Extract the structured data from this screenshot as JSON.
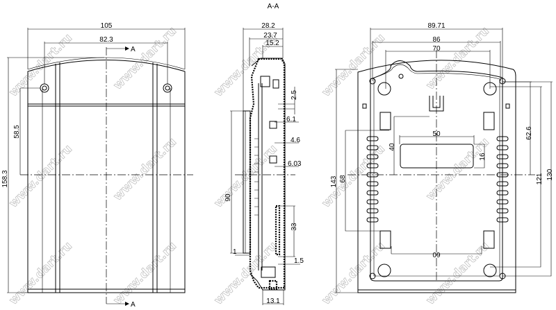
{
  "watermark": "www.dart.ru",
  "front_view": {
    "section_marker": "A",
    "dims": {
      "width": "105",
      "hole_spacing": "82.3",
      "height": "158.3",
      "hole_to_center": "58.5"
    }
  },
  "section_view": {
    "title": "A-A",
    "dims": {
      "d1": "28.2",
      "d2": "23.7",
      "d3": "15.2",
      "d4": "2.5",
      "d5": "6.1",
      "d6": "4.6",
      "d7": "6.03",
      "d8": "90",
      "d9": "33",
      "d10": "1",
      "d11": "1.5",
      "d12": "13.1"
    }
  },
  "back_view": {
    "dims": {
      "w1": "89.71",
      "w2": "86",
      "w3": "70",
      "window_w": "50",
      "window_h": "16",
      "window_offset": "40",
      "pad_h": "68",
      "height": "143",
      "v1": "62.6",
      "v2": "121",
      "v3": "130",
      "pad_w": "60"
    }
  }
}
